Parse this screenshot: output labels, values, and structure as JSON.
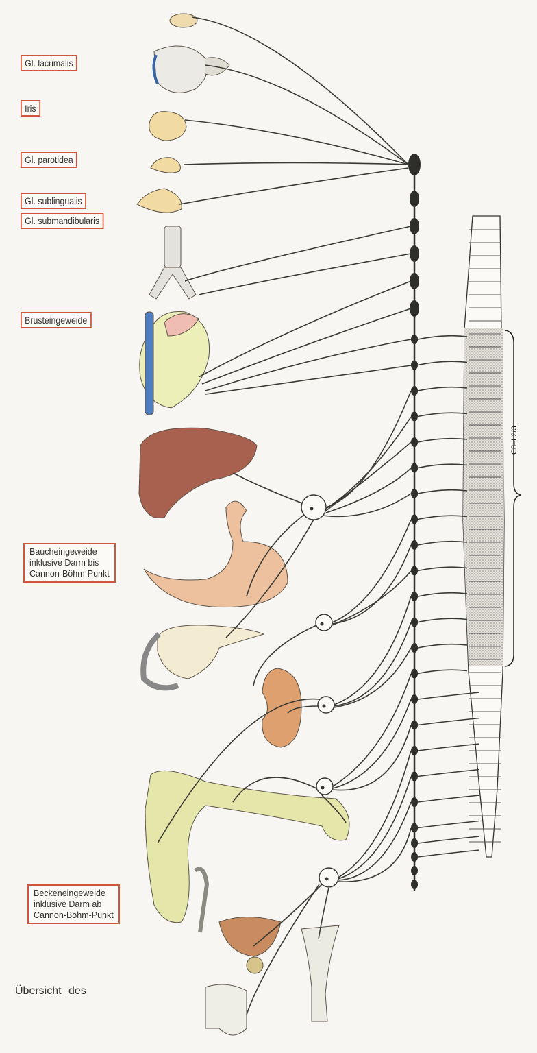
{
  "labels": {
    "lacrimalis": "Gl. lacrimalis",
    "iris": "Iris",
    "parotidea": "Gl. parotidea",
    "sublingualis": "Gl. sublingualis",
    "submandibularis": "Gl. submandibularis",
    "brust": "Brusteingeweide",
    "bauch": "Baucheingeweide\ninklusive Darm bis\nCannon-Böhm-Punkt",
    "becken": "Beckeneingeweide\ninklusive Darm ab\nCannon-Böhm-Punkt"
  },
  "segment_range": "C8–L2/3",
  "caption": "Übersicht des",
  "colors": {
    "label_border": "#d0553d",
    "nerve": "#3a3a35",
    "ganglion": "#2e2e2a",
    "cord_shading": "#cfcac2"
  }
}
